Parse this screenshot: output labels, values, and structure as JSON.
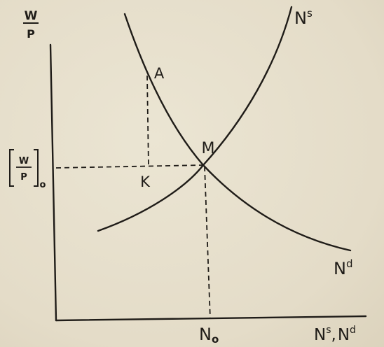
{
  "labels": {
    "y_axis_top": "W",
    "y_axis_bottom": "P",
    "x_axis": "N",
    "x_axis_sup_s": "s",
    "x_axis_sep": ",",
    "x_axis_second": "N",
    "x_axis_sup_d": "d",
    "supply_curve_base": "N",
    "supply_curve_sup": "s",
    "demand_curve_base": "N",
    "demand_curve_sup": "d",
    "point_a": "A",
    "point_k": "K",
    "point_m": "M",
    "equilibrium_employment_base": "N",
    "equilibrium_employment_sub": "o",
    "equilibrium_wage_top": "W",
    "equilibrium_wage_bottom": "P",
    "equilibrium_wage_sub": "o"
  },
  "colors": {
    "ink": "#1f1c18",
    "paper": "#e7e0cd"
  }
}
